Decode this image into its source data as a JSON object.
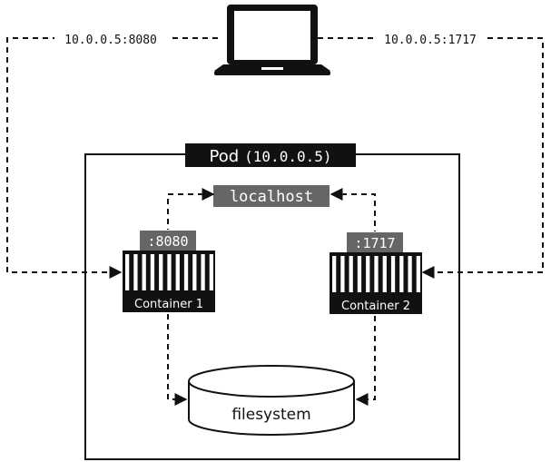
{
  "links": {
    "left_address": "10.0.0.5:8080",
    "right_address": "10.0.0.5:1717"
  },
  "pod": {
    "label_word": "Pod",
    "label_ip": "(10.0.0.5)"
  },
  "localhost": {
    "label": "localhost"
  },
  "containers": [
    {
      "port": ":8080",
      "label": "Container 1"
    },
    {
      "port": ":1717",
      "label": "Container 2"
    }
  ],
  "filesystem": {
    "label": "filesystem"
  },
  "colors": {
    "ink": "#111111",
    "tag_gray": "#666666",
    "background": "#ffffff"
  },
  "icons": {
    "client": "laptop-icon",
    "storage": "cylinder-icon"
  }
}
